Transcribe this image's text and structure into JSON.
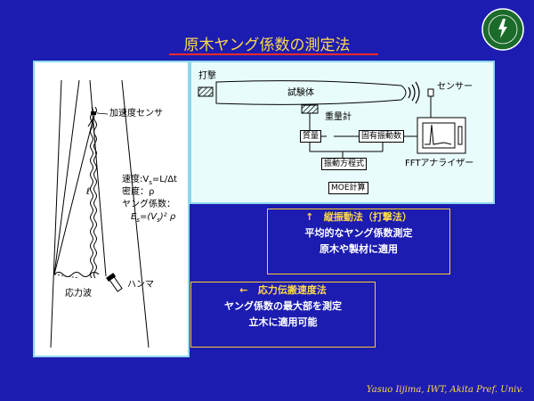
{
  "title": "原木ヤング係数の測定法",
  "left_diagram": {
    "accelerometer_label": "加速度センサ",
    "formula_speed": "速度:V",
    "formula_speed_tail": "=L/Δt",
    "formula_density": "密度：ρ",
    "formula_young": "ヤング係数：",
    "formula_young_expr": "E",
    "formula_young_expr_tail": "=(V",
    "formula_young_expr_end": ")² ρ",
    "stress_wave_label": "応力波",
    "hammer_label": "ハンマ",
    "length_label": "ℓ"
  },
  "right_diagram": {
    "strike_label": "打撃",
    "specimen_label": "試験体",
    "sensor_label": "センサー",
    "weigher_label": "重量計",
    "mass_label": "質量",
    "natural_freq_label": "固有振動数",
    "equation_label": "振動方程式",
    "fft_label": "FFTアナライザー",
    "moe_label": "MOE計算"
  },
  "callouts": [
    {
      "arrow": "↑",
      "method": "縦振動法（打撃法）",
      "line2": "平均的なヤング係数測定",
      "line3": "原木や製材に適用"
    },
    {
      "arrow": "←",
      "method": "応力伝搬速度法",
      "line2": "ヤング係数の最大部を測定",
      "line3": "立木に適用可能"
    }
  ],
  "footer": "Yasuo Iijima, IWT, Akita Pref.  Univ.",
  "colors": {
    "background": "#1c1cb0",
    "title": "#ffd84a",
    "accent_red": "#ff2a2a",
    "panel_border": "#8ed8ee",
    "callout_border": "#ffcc33"
  }
}
